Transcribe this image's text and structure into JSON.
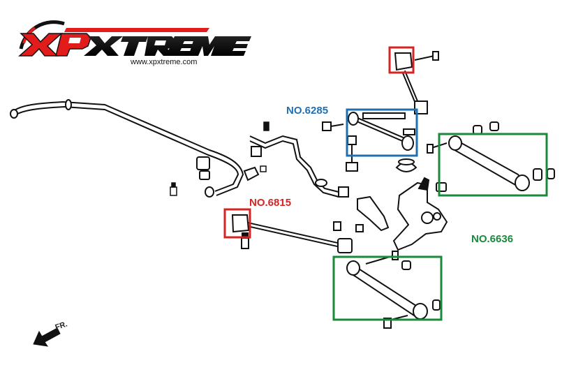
{
  "brand": {
    "logo_text": "XPXTREME",
    "website": "www.xpxtreme.com",
    "colors": {
      "red": "#e21b1b",
      "black": "#111111"
    }
  },
  "callouts": [
    {
      "label": "NO.6285",
      "color": "#1f6fb3"
    },
    {
      "label": "NO.6815",
      "color": "#d62424"
    },
    {
      "label": "NO.6636",
      "color": "#1a8a3a"
    }
  ],
  "direction": {
    "label": "FR.",
    "icon": "front-arrow-icon"
  }
}
